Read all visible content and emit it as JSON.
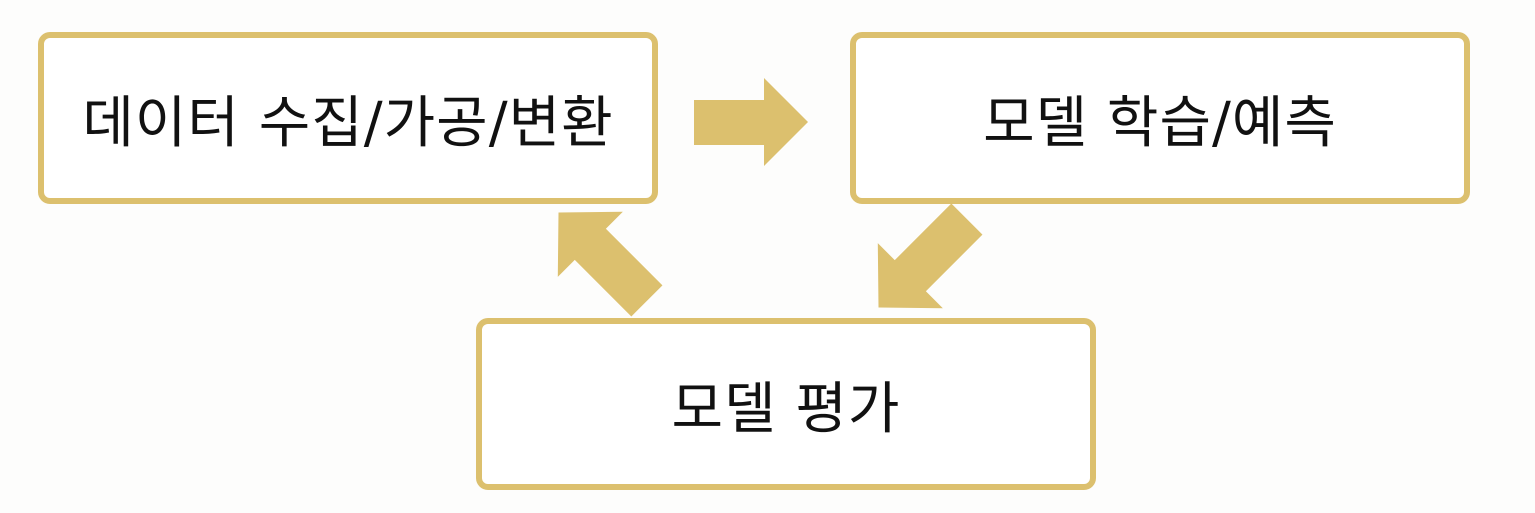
{
  "diagram": {
    "nodes": [
      {
        "id": "collect",
        "label": "데이터 수집/가공/변환"
      },
      {
        "id": "train",
        "label": "모델 학습/예측"
      },
      {
        "id": "eval",
        "label": "모델 평가"
      }
    ],
    "edges": [
      {
        "from": "collect",
        "to": "train"
      },
      {
        "from": "train",
        "to": "eval"
      },
      {
        "from": "eval",
        "to": "collect"
      }
    ],
    "colors": {
      "box_border": "#dcc06e",
      "arrow_fill": "#dcc06e",
      "text": "#111111"
    }
  }
}
